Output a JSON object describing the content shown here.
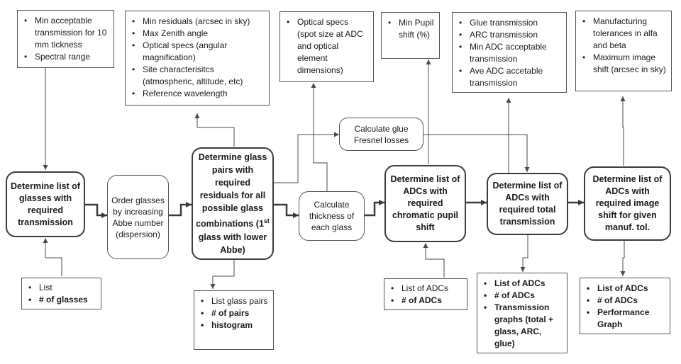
{
  "processes": {
    "p1": "Determine list of glasses with required transmission",
    "p2": "Order glasses by increasing Abbe number (dispersion)",
    "p3a": "Determine glass pairs with required residuals for all possible glass combinations (1",
    "p3sup": "st",
    "p3b": " glass with lower Abbe)",
    "p4": "Calculate thickness of each glass",
    "p5": "Calculate glue Fresnel losses",
    "p6": "Determine list of ADCs with required chromatic pupil shift",
    "p7": "Determine list of ADCs with required total transmission",
    "p8": "Determine list of ADCs with required image shift for given manuf. tol."
  },
  "inputs": {
    "in1": [
      "Min acceptable transmission for 10 mm tickness",
      "Spectral range"
    ],
    "in3": [
      "Min residuals (arcsec in sky)",
      "Max Zenith angle",
      "Optical specs (angular magnification)",
      "Site characterisitcs (atmospheric, altitude, etc)",
      "Reference wavelength"
    ],
    "in4": [
      "Optical specs (spot size at ADC and optical element dimensions)"
    ],
    "in6": [
      "Min Pupil shift (%)"
    ],
    "in7": [
      "Glue transmission",
      "ARC transmission",
      "Min ADC acceptable transmission",
      "Ave ADC accetable transmission"
    ],
    "in8": [
      "Manufacturing tolerances in alfa and beta",
      "Maximum image shift (arcsec in sky)"
    ],
    "in1b": [
      "List",
      "# of glasses"
    ],
    "in6b": [
      "List of ADCs",
      "# of ADCs"
    ]
  },
  "outputs": {
    "out3": [
      "List glass pairs",
      "# of pairs",
      "histogram"
    ],
    "out7": [
      "List of ADCs",
      "# of ADCs",
      "Transmission graphs (total + glass, ARC, glue)"
    ],
    "out8": [
      "List of ADCs",
      "# of ADCs",
      "Performance Graph"
    ]
  },
  "colors": {
    "line": "#4a4a4a",
    "thick_line": "#3a3a3a",
    "box_border": "#555555"
  }
}
